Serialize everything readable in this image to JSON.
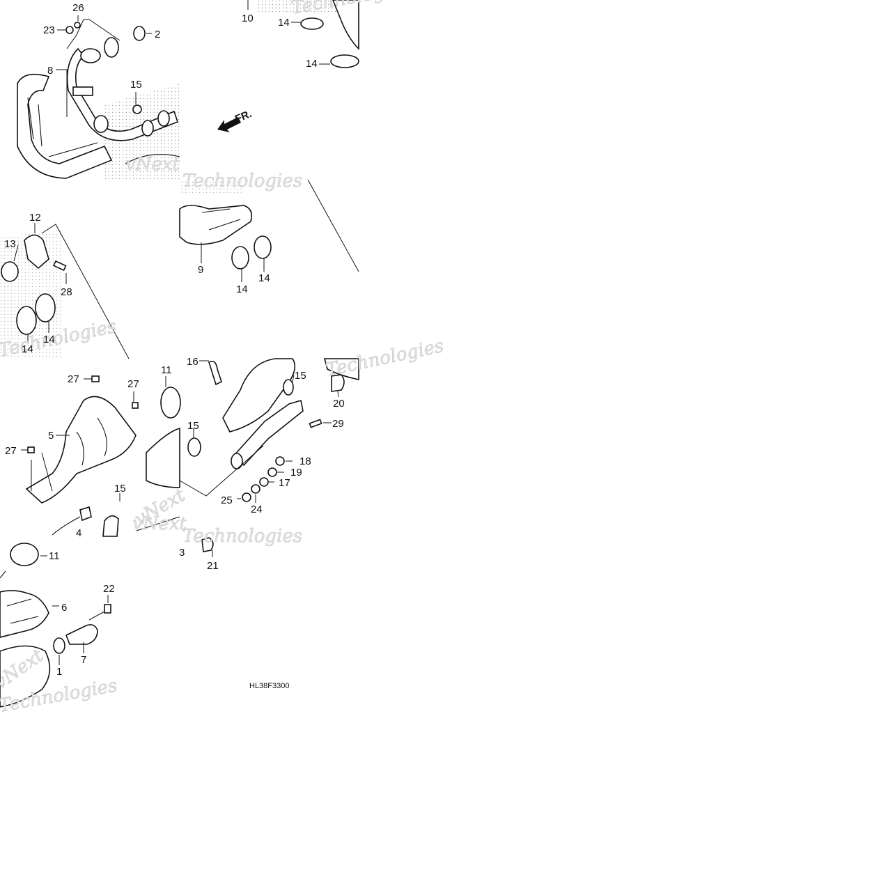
{
  "diagram": {
    "front_marker": "FR.",
    "drawing_code": "HL38F3300",
    "watermark_lines": [
      "vNext",
      "Technologies"
    ],
    "callouts": [
      "1",
      "2",
      "3",
      "4",
      "5",
      "6",
      "7",
      "8",
      "9",
      "10",
      "11",
      "12",
      "13",
      "14",
      "15",
      "16",
      "17",
      "18",
      "19",
      "20",
      "21",
      "22",
      "23",
      "24",
      "25",
      "26",
      "27",
      "28",
      "29"
    ],
    "colors": {
      "ink": "#111111",
      "paper": "#ffffff",
      "watermark": "#d8d8d8"
    }
  }
}
